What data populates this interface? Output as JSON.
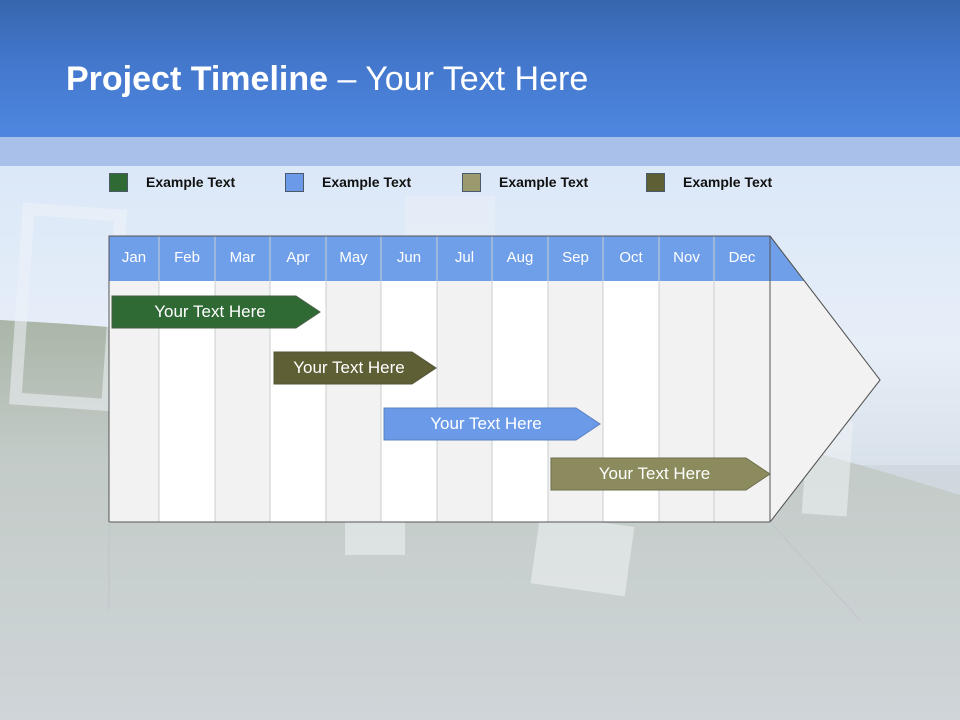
{
  "title": {
    "bold": "Project Timeline",
    "rest": " – Your Text Here"
  },
  "legend": [
    {
      "label": "Example Text",
      "color": "#2f6a35"
    },
    {
      "label": "Example Text",
      "color": "#6b9be8"
    },
    {
      "label": "Example Text",
      "color": "#9a9a6e"
    },
    {
      "label": "Example Text",
      "color": "#5f5f35"
    }
  ],
  "months": [
    "Jan",
    "Feb",
    "Mar",
    "Apr",
    "May",
    "Jun",
    "Jul",
    "Aug",
    "Sep",
    "Oct",
    "Nov",
    "Dec"
  ],
  "bars": [
    {
      "label": "Your  Text Here",
      "color": "#2f6a35"
    },
    {
      "label": "Your  Text Here",
      "color": "#5f5f35"
    },
    {
      "label": "Your  Text Here",
      "color": "#6b9be8"
    },
    {
      "label": "Your  Text Here",
      "color": "#8b8b5e"
    }
  ],
  "colors": {
    "header": "#4377cc",
    "month_header": "#6f9fe9",
    "column_shade": "#f2f2f2"
  }
}
